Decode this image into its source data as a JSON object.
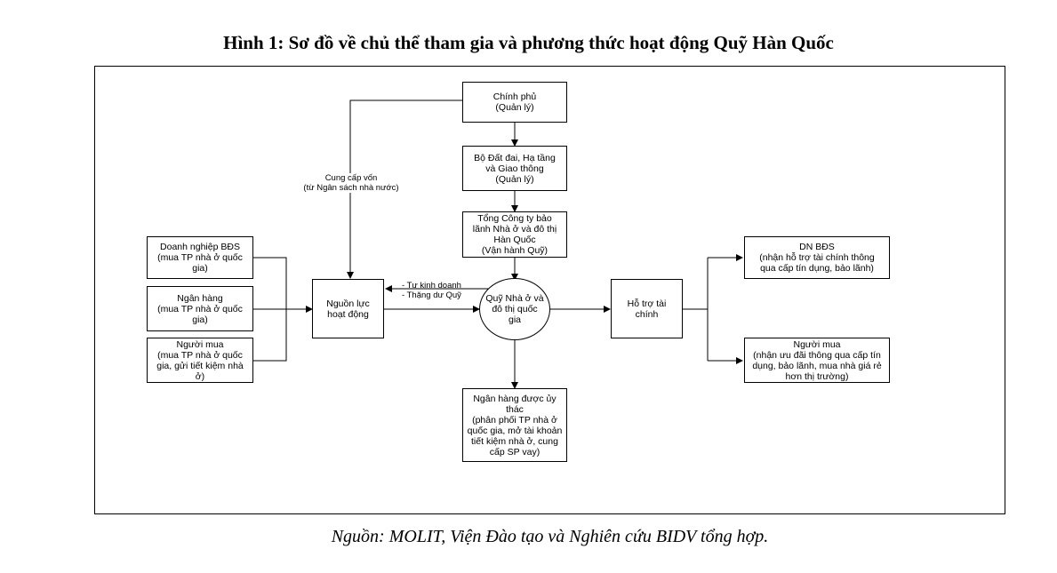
{
  "title": "Hình 1: Sơ đồ về chủ thể tham gia và phương thức hoạt động Quỹ Hàn Quốc",
  "source": "Nguồn: MOLIT, Viện Đào tạo và Nghiên cứu BIDV tổng hợp.",
  "nodes": {
    "chinh_phu": "Chính phủ\n(Quản lý)",
    "bo_dat_dai": "Bộ Đất đai, Hạ tầng\nvà Giao thông\n(Quản lý)",
    "tong_cong_ty": "Tổng Công ty bảo\nlãnh Nhà ở và đô thị\nHàn Quốc\n(Vận hành Quỹ)",
    "dn_bds_left": "Doanh nghiệp BĐS\n(mua TP nhà ở quốc\ngia)",
    "ngan_hang": "Ngân hàng\n(mua TP nhà ở quốc\ngia)",
    "nguoi_mua_left": "Người mua\n(mua TP nhà ở quốc\ngia, gửi tiết kiệm nhà\nở)",
    "nguon_luc": "Nguồn lực\nhoạt động",
    "quy": "Quỹ Nhà ở và\nđô thị quốc\ngia",
    "ho_tro": "Hỗ trợ tài\nchính",
    "ngan_hang_uy_thac": "Ngân hàng được ủy\nthác\n(phân phối TP nhà ở\nquốc gia, mở tài khoản\ntiết kiệm nhà ở, cung\ncấp SP vay)",
    "dn_bds_right": "DN BĐS\n(nhận hỗ trợ tài chính thông\nqua cấp tín dụng, bảo lãnh)",
    "nguoi_mua_right": "Người mua\n(nhận ưu đãi thông qua cấp tín\ndụng, bảo lãnh, mua nhà giá rẻ\nhơn thị trường)"
  },
  "edge_labels": {
    "cung_cap_von": "Cung cấp vốn\n(từ Ngân sách nhà nước)",
    "tu_kinh_doanh": "- Tự kinh doanh\n- Thặng dư Quỹ"
  }
}
